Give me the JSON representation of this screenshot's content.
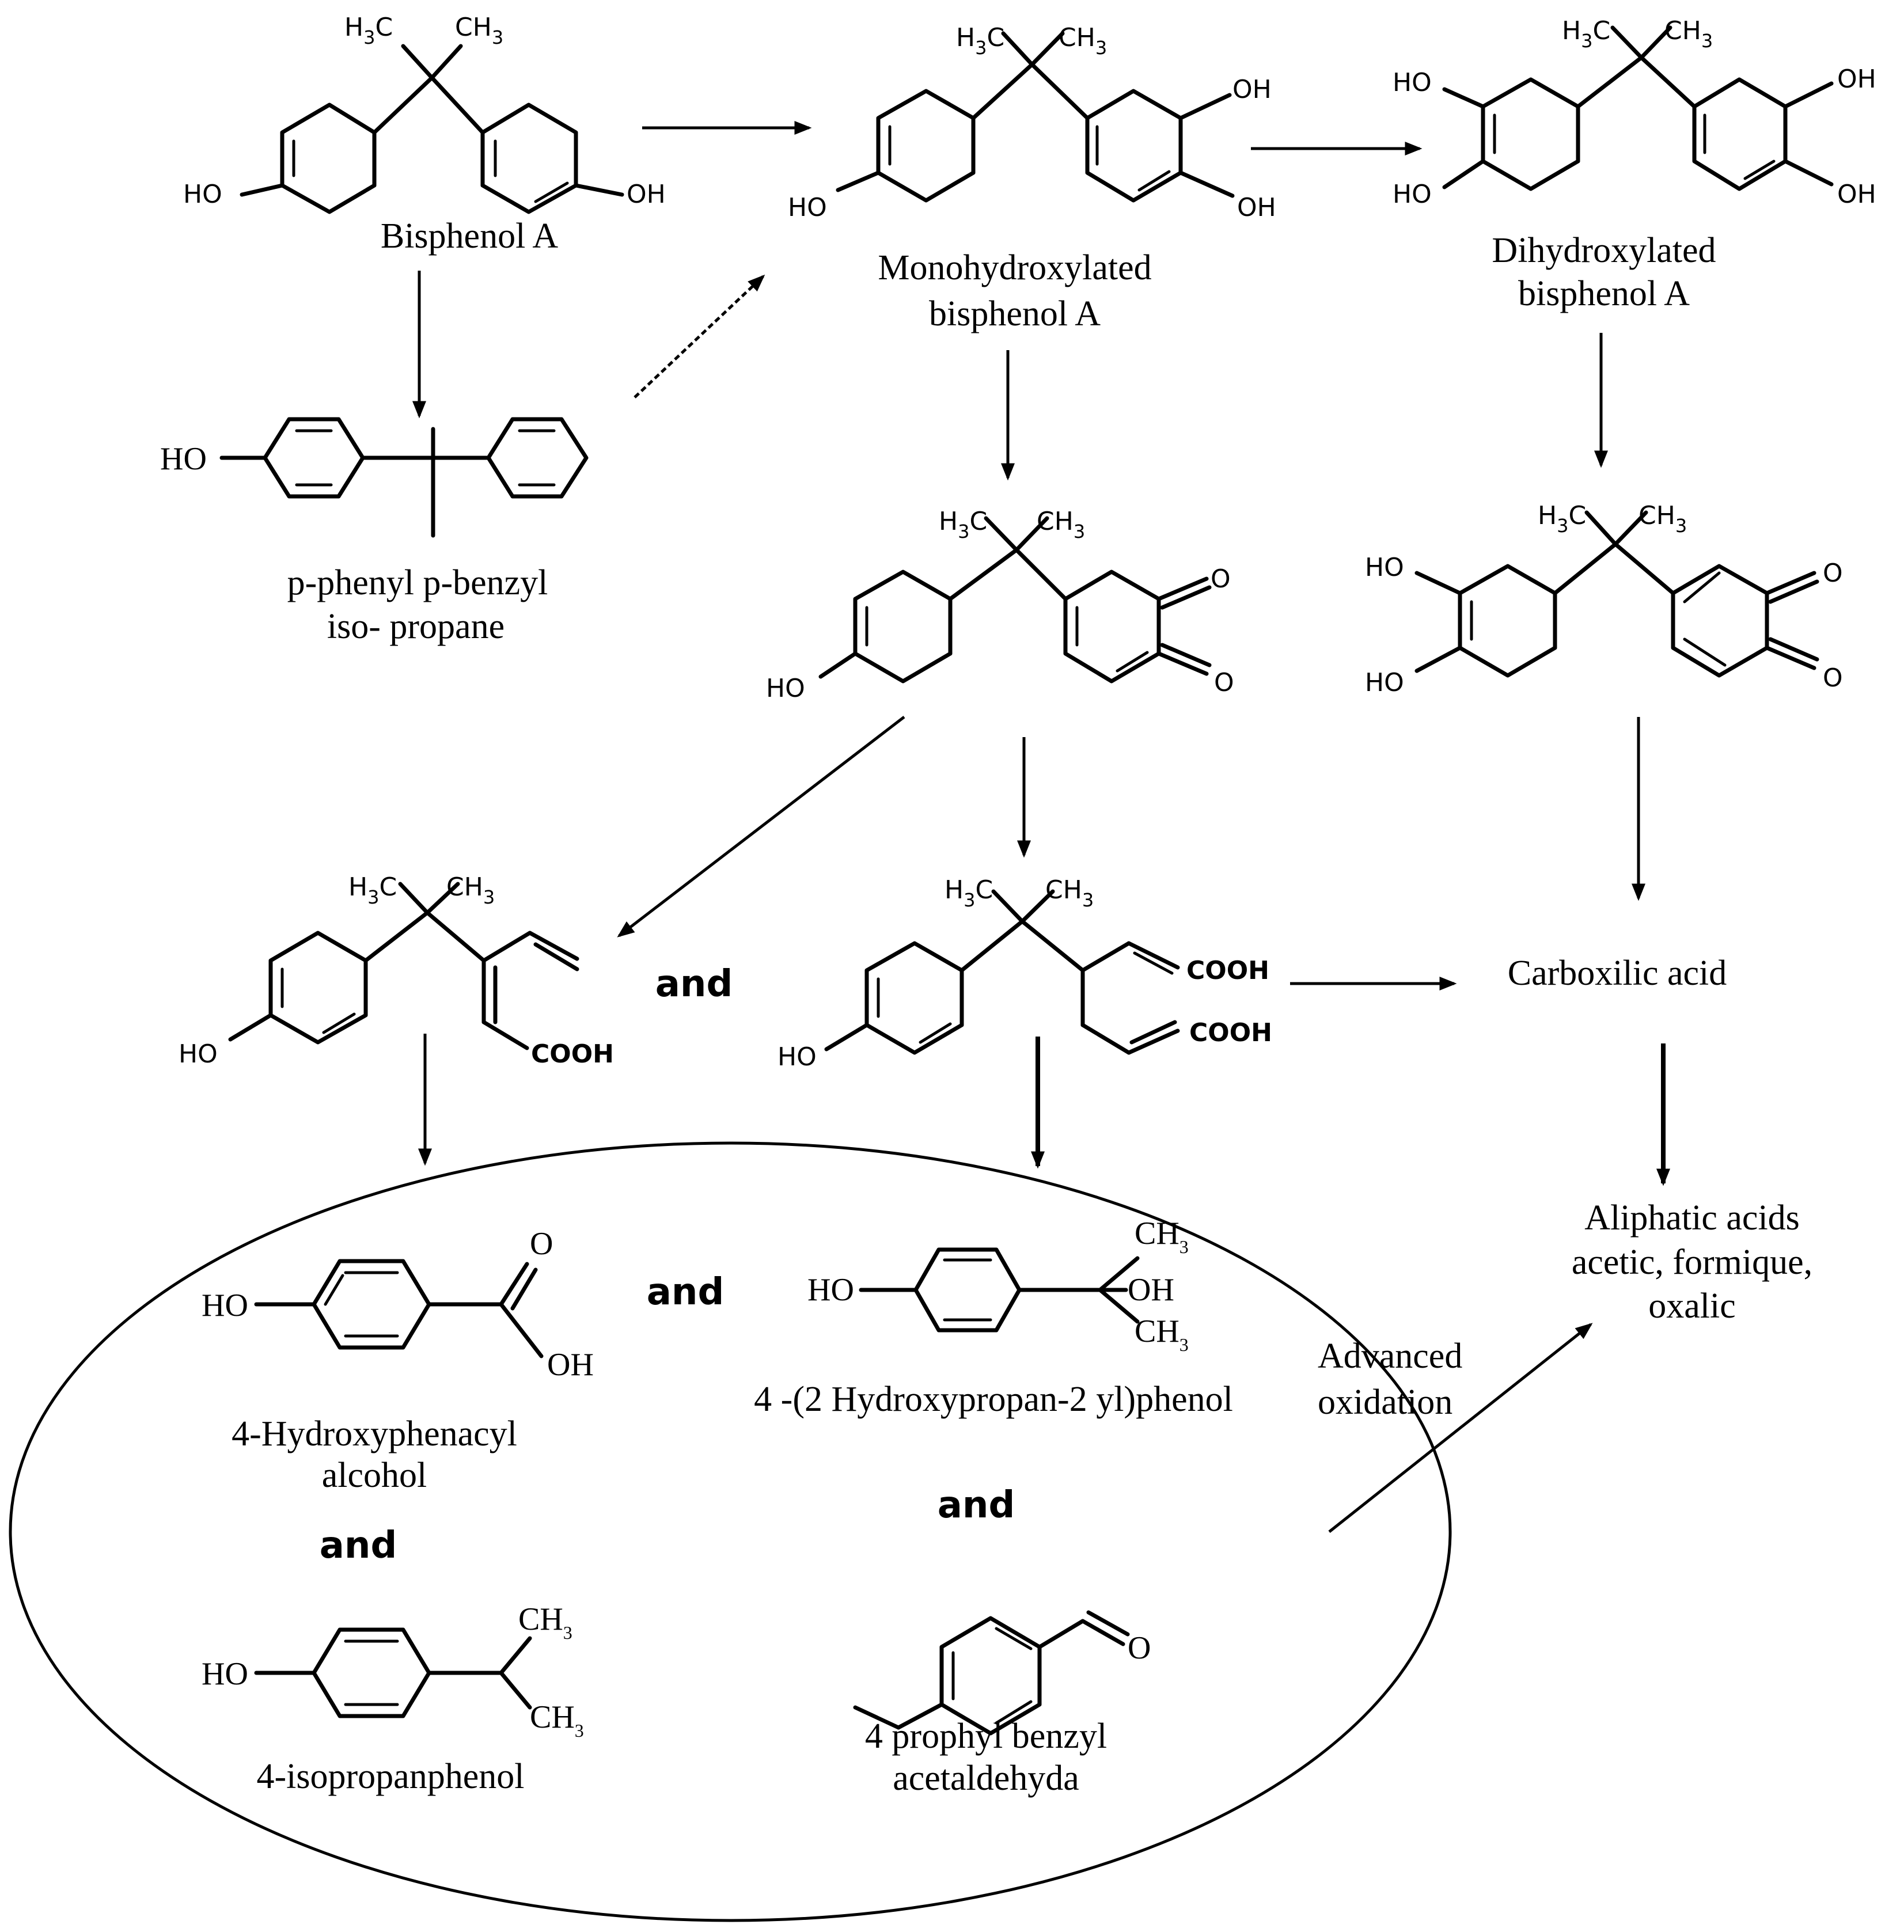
{
  "compounds": {
    "bisphenol_a": "Bisphenol A",
    "monohydroxylated_line1": "Monohydroxylated",
    "monohydroxylated_line2": "bisphenol A",
    "dihydroxylated_line1": "Dihydroxylated",
    "dihydroxylated_line2": "bisphenol A",
    "p_phenyl_line1": "p-phenyl p-benzyl",
    "p_phenyl_line2": "iso-  propane",
    "carboxilic_acid": "Carboxilic acid",
    "aliphatic_line1": "Aliphatic acids",
    "aliphatic_line2": "acetic, formique,",
    "aliphatic_line3": "oxalic",
    "hydroxyphenacyl_line1": "4-Hydroxyphenacyl",
    "hydroxyphenacyl_line2": "alcohol",
    "hydroxypropan": "4 -(2 Hydroxypropan-2 yl)phenol",
    "isopropanphenol": "4-isopropanphenol",
    "prophyl_line1": "4 prophyl benzyl",
    "prophyl_line2": "acetaldehyda"
  },
  "conjunctions": {
    "and_1": "and",
    "and_2": "and",
    "and_3": "and",
    "and_4": "and"
  },
  "process": {
    "advanced_line1": "Advanced",
    "advanced_line2": "oxidation"
  },
  "atoms": {
    "ho": "HO",
    "oh": "OH",
    "h3c_h": "H",
    "h3c_3": "3",
    "h3c_c": "C",
    "ch3_ch": "CH",
    "ch3_3": "3",
    "cooh": "COOH",
    "o": "O"
  }
}
